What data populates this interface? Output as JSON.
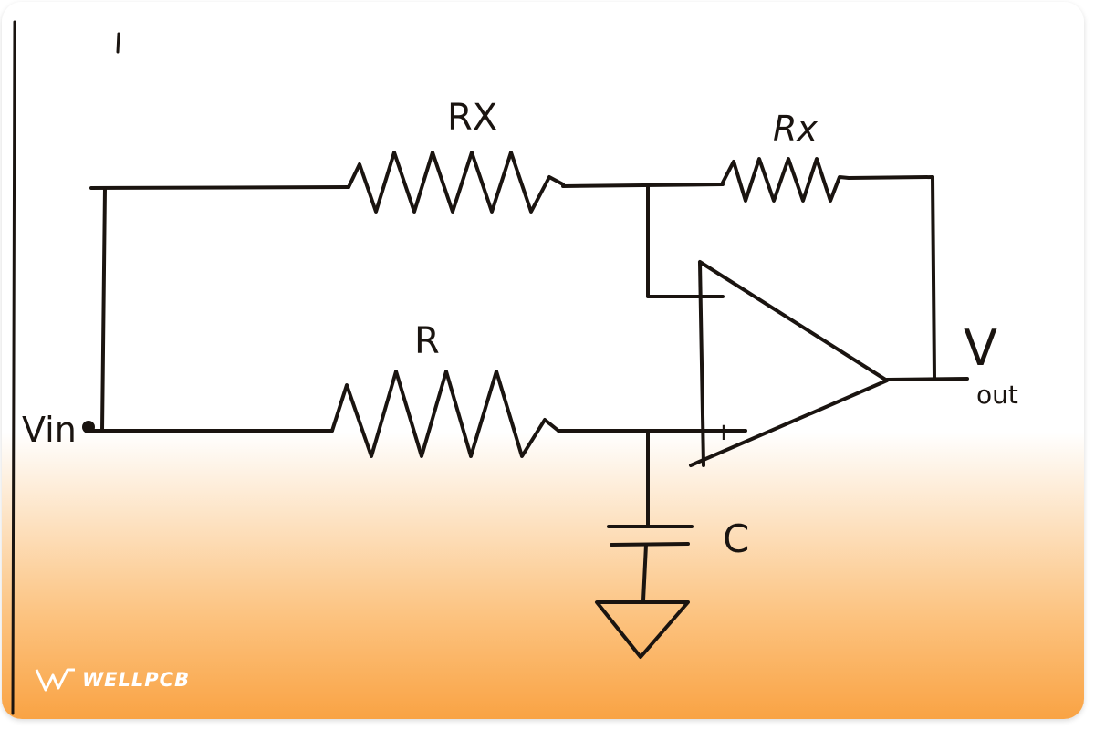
{
  "diagram": {
    "labels": {
      "rx_top_left": "RX",
      "rx_top_right": "Rx",
      "r_bottom": "R",
      "capacitor": "C",
      "vin": "Vin",
      "vout_v": "V",
      "vout_sub": "out",
      "plus": "+"
    }
  },
  "logo": {
    "text": "WELLPCB"
  },
  "colors": {
    "ink": "#1a1410",
    "accent": "#f9a344"
  }
}
